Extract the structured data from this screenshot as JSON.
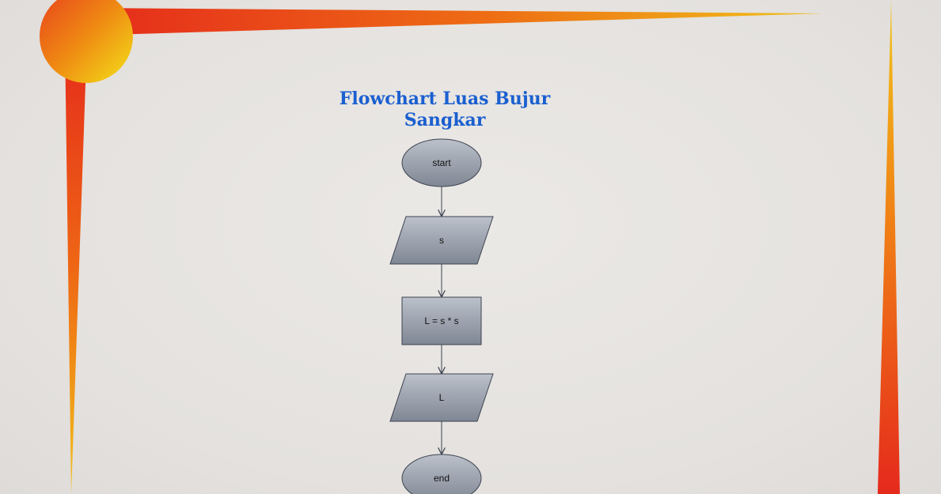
{
  "diagram": {
    "title_line1": "Flowchart Luas Bujur",
    "title_line2": "Sangkar",
    "nodes": [
      {
        "id": "start",
        "shape": "terminator",
        "label": "start"
      },
      {
        "id": "input",
        "shape": "parallelogram",
        "label": "s"
      },
      {
        "id": "process",
        "shape": "rectangle",
        "label": "L = s * s"
      },
      {
        "id": "output",
        "shape": "parallelogram",
        "label": "L"
      },
      {
        "id": "end",
        "shape": "terminator",
        "label": "end"
      }
    ],
    "edges": [
      {
        "from": "start",
        "to": "input"
      },
      {
        "from": "input",
        "to": "process"
      },
      {
        "from": "process",
        "to": "output"
      },
      {
        "from": "output",
        "to": "end"
      }
    ]
  },
  "colors": {
    "title": "#1a5fd0",
    "accent_red": "#e52a1c",
    "accent_orange": "#f07b12",
    "accent_yellow": "#f2c51c",
    "node_fill_light": "#b7bcc6",
    "node_fill_dark": "#7f8794",
    "node_stroke": "#3c4350"
  }
}
